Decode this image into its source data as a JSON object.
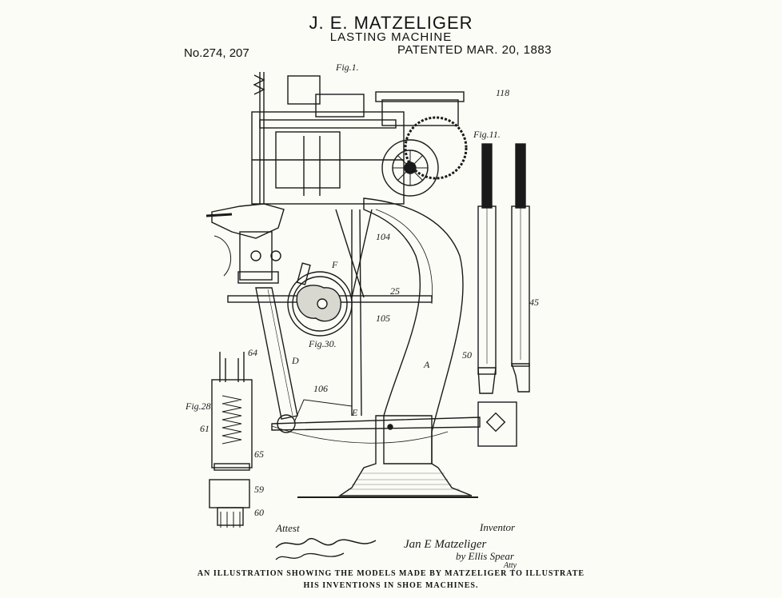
{
  "header": {
    "inventor": "J. E. MATZELIGER",
    "title": "LASTING MACHINE",
    "patent_number": "No.274, 207",
    "patent_date": "PATENTED MAR. 20, 1883"
  },
  "figures": {
    "fig1": "Fig.1.",
    "fig11": "Fig.11.",
    "fig30": "Fig.30.",
    "fig28": "Fig.28."
  },
  "part_labels": {
    "A": "A",
    "D": "D",
    "E": "E",
    "F": "F",
    "a105": "105",
    "a106": "106",
    "a104": "104",
    "a118": "118",
    "a25": "25",
    "a45": "45",
    "a50": "50",
    "a61": "61",
    "a64": "64",
    "a65": "65",
    "a59": "59",
    "a60": "60"
  },
  "signatures": {
    "witness_label": "Attest",
    "inventor_label": "Inventor",
    "inventor_name": "Jan E Matzeliger",
    "attorney": "by Ellis Spear",
    "attorney_label": "Atty"
  },
  "caption": {
    "line1": "AN ILLUSTRATION SHOWING THE MODELS MADE BY MATZELIGER TO ILLUSTRATE",
    "line2": "HIS INVENTIONS IN SHOE MACHINES."
  }
}
